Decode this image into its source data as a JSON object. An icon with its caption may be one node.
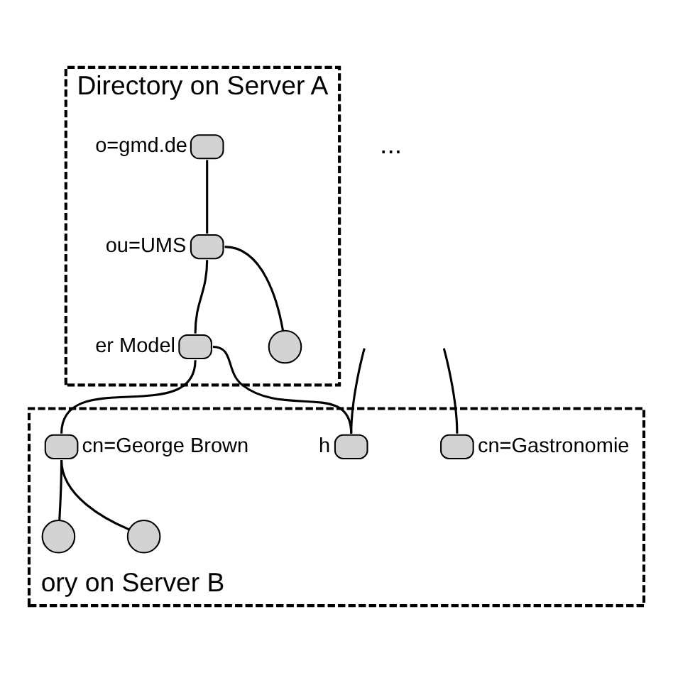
{
  "diagram": {
    "nodes": [
      {
        "text": [
          "Directory on Server A"
        ]
      },
      {
        "text": [
          "o=gmd.de"
        ],
        "in": 0
      },
      {
        "text": [
          "ou=UMS"
        ],
        "in": 0
      },
      {
        "text": [
          "er Model"
        ],
        "in": 0
      },
      {
        "text": [],
        "shape": "circle",
        "in": 0
      },
      {
        "text": [
          "ory on Server B"
        ]
      },
      {
        "text": [
          "h"
        ],
        "in": 5
      },
      {
        "text": [
          "cn=George Brown"
        ],
        "in": 5
      },
      {
        "text": [],
        "shape": "circle",
        "in": 5
      },
      {
        "text": [],
        "shape": "circle",
        "in": 5
      },
      {
        "text": [
          "cn=Gastronomie"
        ],
        "in": 5
      }
    ],
    "edges": [
      {
        "from": 1,
        "to": 2,
        "arrow": "none"
      },
      {
        "from": 2,
        "to": 3,
        "arrow": "none"
      },
      {
        "from": 2,
        "to": 4,
        "arrow": "none"
      },
      {
        "from": 3,
        "to": 6,
        "arrow": "none"
      },
      {
        "from": 3,
        "to": 7,
        "arrow": "none"
      },
      {
        "from": 6,
        "to": null,
        "arrow": "none"
      },
      {
        "from": null,
        "to": 10,
        "arrow": "none"
      },
      {
        "from": 7,
        "to": 8,
        "arrow": "none"
      },
      {
        "from": 7,
        "to": 9,
        "arrow": "none"
      }
    ],
    "labels": [
      "..."
    ]
  }
}
